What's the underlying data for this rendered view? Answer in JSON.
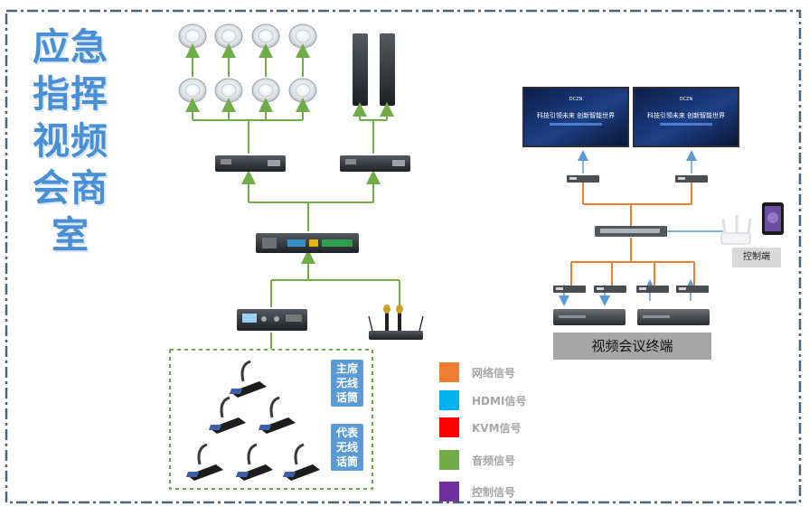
{
  "title_lines": [
    "应急",
    "指挥",
    "视频",
    "会商",
    "室"
  ],
  "mic_tags": {
    "chairman": [
      "主席",
      "无线",
      "话筒"
    ],
    "delegate": [
      "代表",
      "无线",
      "话筒"
    ]
  },
  "legend": [
    {
      "label": "网络信号",
      "color": "#ed7d31"
    },
    {
      "label": "HDMI信号",
      "color": "#00b0f0"
    },
    {
      "label": "KVM信号",
      "color": "#ff0000"
    },
    {
      "label": "音频信号",
      "color": "#70ad47"
    },
    {
      "label": "控制信号",
      "color": "#7030a0"
    }
  ],
  "video_terminal_label": "视频会议终端",
  "control_label": "控制端",
  "screen": {
    "brand": "DCZN",
    "slogan": "科技引领未来  创新智能世界"
  },
  "colors": {
    "audio": "#70ad47",
    "network": "#ed7d31",
    "hdmi": "#5b9bd5",
    "title": "#4a8fd4",
    "border": "#4a6478"
  }
}
